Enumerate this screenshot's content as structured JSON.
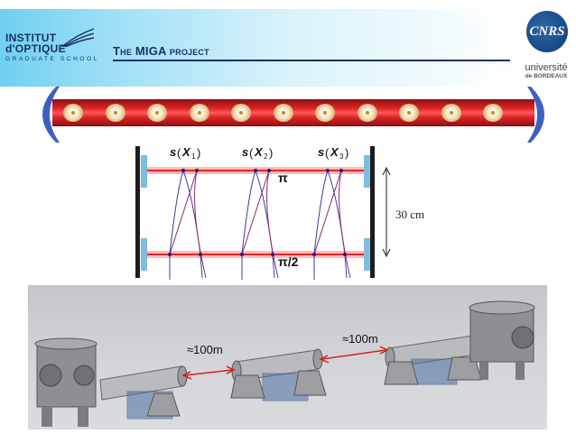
{
  "header": {
    "logo_left": {
      "line1": "INSTITUT",
      "line2": "d'OPTIQUE",
      "line3": "GRADUATE SCHOOL"
    },
    "title": "The MIGA project",
    "logo_right_top": "CNRS",
    "logo_right_bottom_line1": "université",
    "logo_right_bottom_line2": "de BORDEAUX"
  },
  "scheme": {
    "source_labels": [
      "s",
      "s",
      "s"
    ],
    "position_labels": [
      "X",
      "X",
      "X"
    ],
    "indices": [
      "1",
      "2",
      "3"
    ],
    "pulse_top": "π",
    "pulse_bottom": "π/2",
    "height_label": "30 cm"
  },
  "photo": {
    "distance_left": "≈100m",
    "distance_right": "≈100m"
  },
  "colors": {
    "title_blue": "#1b2f6a",
    "laser_red": "#e2262a",
    "mirror_blue": "#3f5fc0",
    "arrow_red": "#d22020"
  }
}
